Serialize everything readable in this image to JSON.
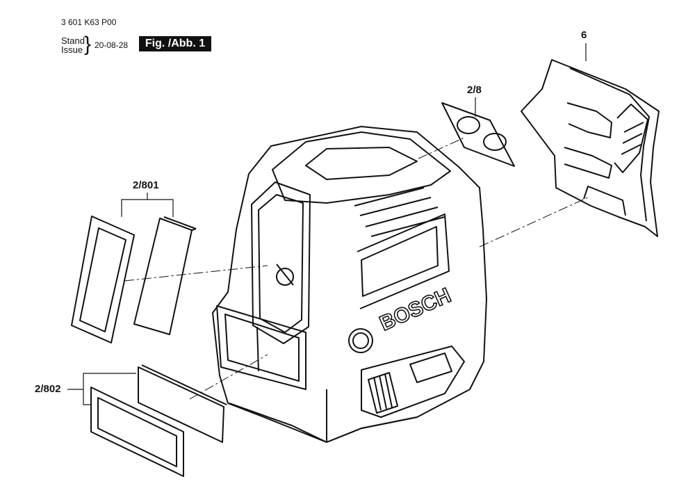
{
  "header": {
    "part_number": "3 601 K63 P00",
    "stand": "Stand",
    "issue": "Issue",
    "brace": "}",
    "date": "20-08-28",
    "figure_label": "Fig. /Abb. 1"
  },
  "callouts": {
    "c_2_8": "2/8",
    "c_6": "6",
    "c_2_801": "2/801",
    "c_2_802": "2/802"
  },
  "brand": {
    "logo_text": "BOSCH"
  }
}
